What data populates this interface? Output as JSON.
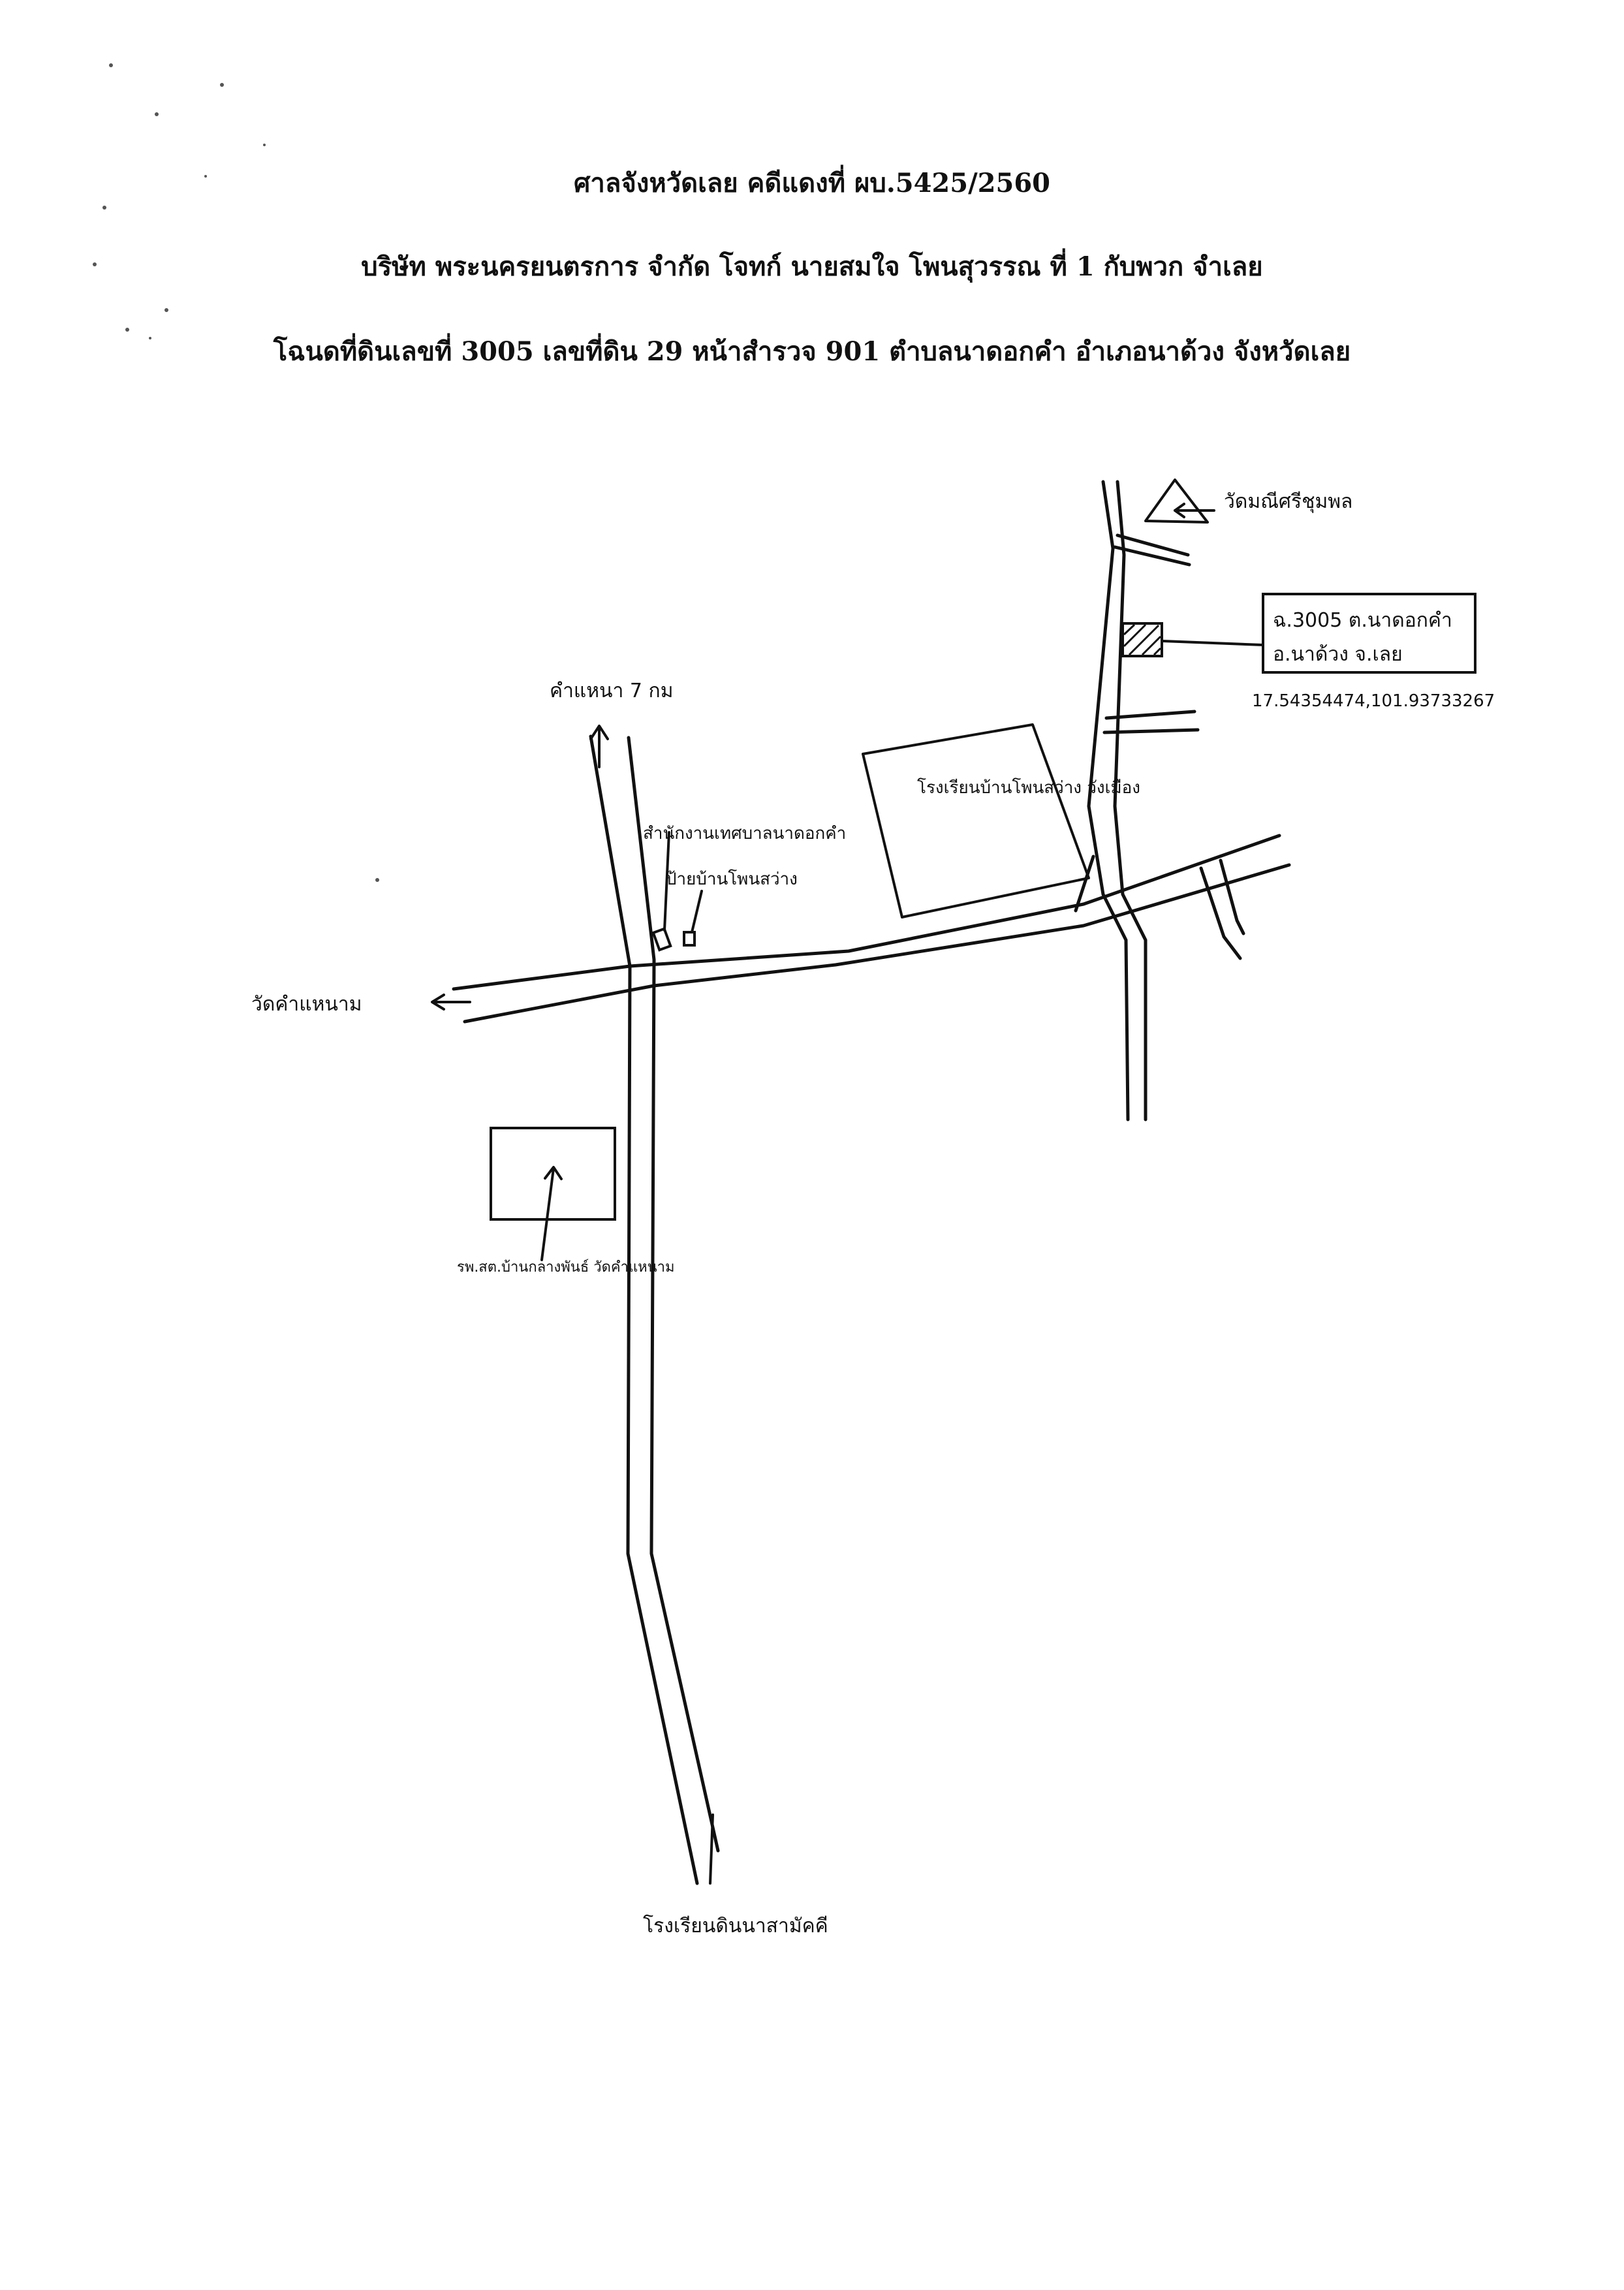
{
  "header": {
    "court_case": "ศาลจังหวัดเลย คดีแดงที่ ผบ.5425/2560",
    "parties": "บริษัท พระนครยนตรการ จำกัด โจทก์ นายสมใจ โพนสุวรรณ ที่ 1 กับพวก จำเลย",
    "deed": "โฉนดที่ดินเลขที่ 3005 เลขที่ดิน 29 หน้าสำรวจ 901 ตำบลนาดอกคำ อำเภอนาด้วง จังหวัดเลย"
  },
  "map": {
    "labels": {
      "temple_top": "วัดมณีศรีชุมพล",
      "parcel_box_line1": "ฉ.3005 ต.นาดอกคำ",
      "parcel_box_line2": "อ.นาด้วง จ.เลย",
      "coordinates": "17.54354474,101.93733267",
      "north_arrow": "คำแหนา 7 กม",
      "municipality_office": "สำนักงานเทศบาลนาดอกคำ",
      "village_sign": "ป้ายบ้านโพนสว่าง",
      "school": "โรงเรียนบ้านโพนสว่าง วังเมือง",
      "temple_left": "วัดคำแหนาม",
      "health_center": "รพ.สต.บ้านกลางพันธ์ วัดคำแหนาม",
      "bottom_school": "โรงเรียนดินนาสามัคคี"
    }
  }
}
